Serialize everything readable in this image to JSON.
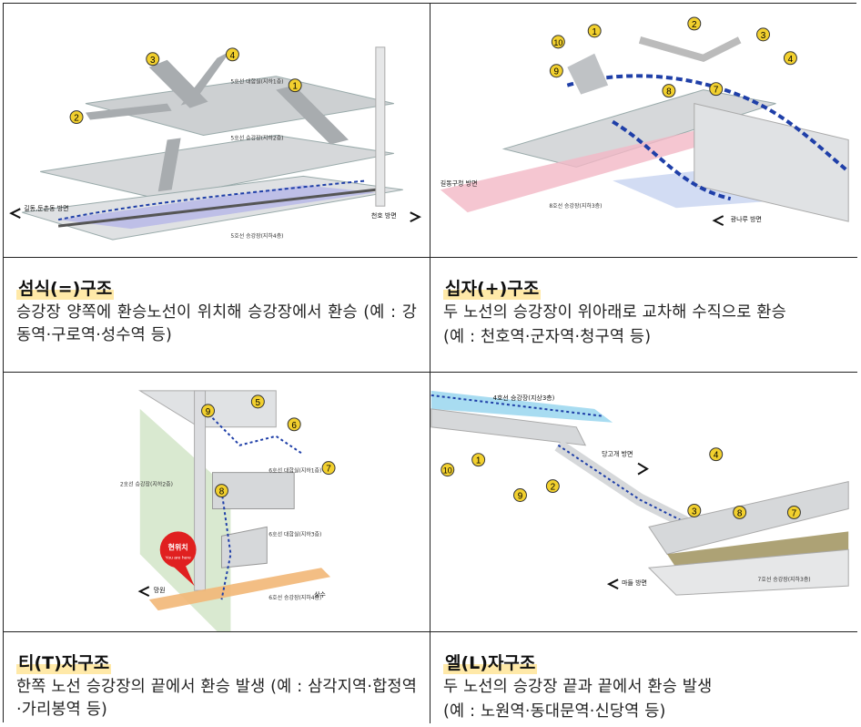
{
  "cells": [
    {
      "title": "섬식(=)구조",
      "description": "승강장 양쪽에 환승노선이 위치해 승강장에서 환승 (예 : 강동역·구로역·성수역 등)",
      "diagram": {
        "numbers": [
          "1",
          "2",
          "3",
          "4"
        ],
        "labels": [
          "5호선 대합실(지하1층)",
          "5호선 승강장(지하2층)",
          "5호선 승강장(지하4층)",
          "길동,둔촌동 방면",
          "천호 방면"
        ]
      }
    },
    {
      "title": "십자(+)구조",
      "description": "두 노선의 승강장이 위아래로 교차해 수직으로 환승",
      "example": "(예 : 천호역·군자역·청구역 등)",
      "diagram": {
        "numbers": [
          "1",
          "2",
          "3",
          "4",
          "7",
          "8",
          "9",
          "10"
        ],
        "labels": [
          "길동구청 방면",
          "8호선 승강장(지하3층)",
          "광나루 방면"
        ]
      }
    },
    {
      "title": "티(T)자구조",
      "description": "한쪽 노선 승강장의 끝에서 환승 발생 (예 : 삼각지역·합정역·가리봉역 등)",
      "diagram": {
        "numbers": [
          "5",
          "6",
          "7",
          "8",
          "9"
        ],
        "labels": [
          "2호선 승강장(지하2층)",
          "6호선 대합실(지하1층)",
          "6호선 대합실(지하3층)",
          "6호선 승강장(지하4층)",
          "현위치",
          "You are here",
          "망원",
          "상수"
        ]
      }
    },
    {
      "title": "엘(L)자구조",
      "description": "두 노선의 승강장 끝과 끝에서 환승 발생",
      "example": "(예 : 노원역·동대문역·신당역 등)",
      "diagram": {
        "numbers": [
          "1",
          "2",
          "3",
          "4",
          "7",
          "8",
          "9",
          "10"
        ],
        "labels": [
          "4호선 승강장(지상3층)",
          "당고개 방면",
          "7호선 승강장(지하3층)",
          "마들 방면"
        ]
      }
    }
  ],
  "colors": {
    "border": "#222222",
    "title_highlight": "#ffe9a8",
    "station_badge": "#f2d02e",
    "route_blue": "#1f3fa8",
    "exit_red": "#e02020",
    "floor_gray": "#c9ccce",
    "line5_purple": "#b9b9e8",
    "line8_pink": "#f2b8c6",
    "line6_orange": "#f2b777",
    "line4_cyan": "#9fd8f0",
    "line7_olive": "#8a7a3a"
  }
}
